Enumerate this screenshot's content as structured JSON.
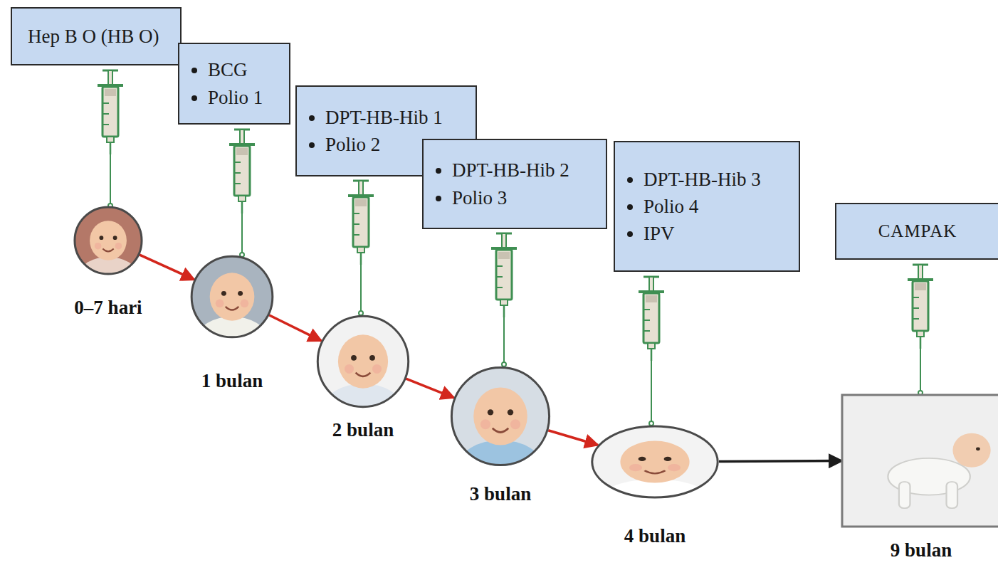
{
  "diagram": {
    "nodes": [
      {
        "text": [
          "Hep B O (HB O)"
        ]
      },
      {
        "text": [
          "0–7 hari"
        ]
      },
      {
        "text": [
          "BCG",
          "Polio 1"
        ]
      },
      {
        "text": [
          "1 bulan"
        ]
      },
      {
        "text": [
          "DPT-HB-Hib 1",
          "Polio 2"
        ]
      },
      {
        "text": [
          "2 bulan"
        ]
      },
      {
        "text": [
          "DPT-HB-Hib 2",
          "Polio 3"
        ]
      },
      {
        "text": [
          "3 bulan"
        ]
      },
      {
        "text": [
          "DPT-HB-Hib 3",
          "Polio 4",
          "IPV"
        ]
      },
      {
        "text": [
          "4 bulan"
        ]
      },
      {
        "text": [
          "CAMPAK"
        ]
      },
      {
        "text": [
          "9 bulan"
        ]
      }
    ],
    "edges": [
      {
        "from": 1,
        "to": 3,
        "arrow": "to"
      },
      {
        "from": 3,
        "to": 5,
        "arrow": "to"
      },
      {
        "from": 5,
        "to": 7,
        "arrow": "to"
      },
      {
        "from": 7,
        "to": 9,
        "arrow": "to"
      },
      {
        "from": 9,
        "to": 11,
        "arrow": "to"
      }
    ]
  }
}
